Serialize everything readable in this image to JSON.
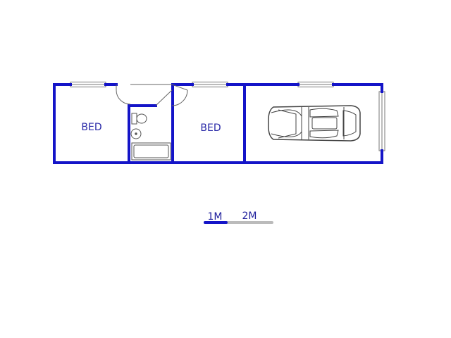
{
  "plan": {
    "colors": {
      "wall": "#1414c8",
      "fixture": "#555555",
      "window": "#777777",
      "label": "#2a2aa8",
      "scale_grey": "#bbbbbb"
    },
    "rooms": [
      {
        "id": "bed-left",
        "label": "BED"
      },
      {
        "id": "bathroom",
        "label": ""
      },
      {
        "id": "bed-middle",
        "label": "BED"
      },
      {
        "id": "garage",
        "label": ""
      }
    ],
    "icons": [
      "toilet-icon",
      "basin-icon",
      "bathtub-icon",
      "car-icon",
      "door-swing-icon",
      "window-icon"
    ]
  },
  "scale_bar": {
    "label_1": "1M",
    "label_2": "2M"
  }
}
